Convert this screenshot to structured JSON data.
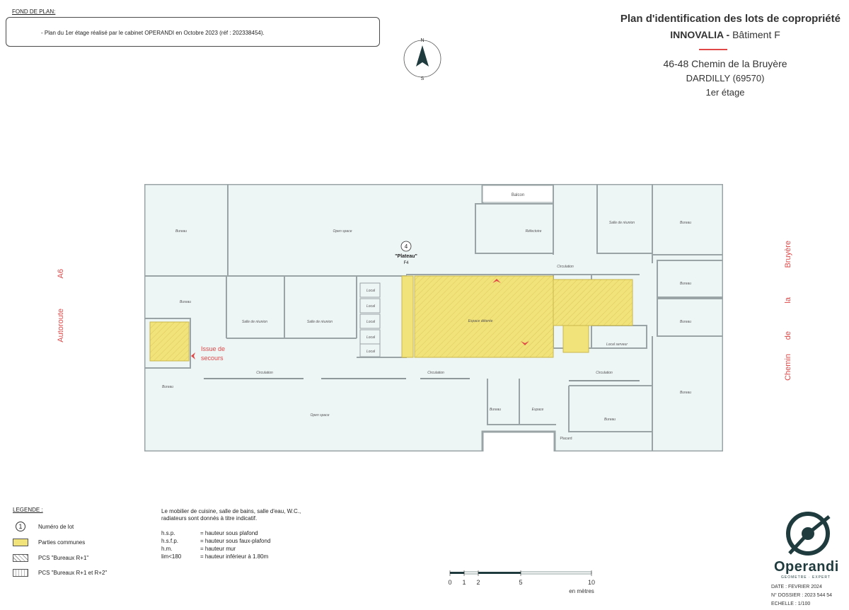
{
  "fond_de_plan": {
    "title": "FOND DE PLAN:",
    "text": "- Plan du 1er étage réalisé par le cabinet OPERANDI en Octobre 2023 (réf : 202338454)."
  },
  "header": {
    "title": "Plan d'identification des lots de copropriété",
    "subtitle_bold": "INNOVALIA -",
    "subtitle_rest": " Bâtiment F",
    "address": "46-48 Chemin de la Bruyère",
    "city": "DARDILLY (69570)",
    "floor": "1er étage"
  },
  "compass": {
    "north": "N",
    "south": "S"
  },
  "plan": {
    "lot_number": "4",
    "lot_name": "\"Plateau\"",
    "lot_code": "F4",
    "exit_label_1": "Issue de",
    "exit_label_2": "secours",
    "left_road_1": "A6",
    "left_road_2": "Autoroute",
    "right_road_1": "Bruyère",
    "right_road_2": "la",
    "right_road_3": "de",
    "right_road_4": "Chemin",
    "balcon": "Balcon",
    "placard": "Placard",
    "rooms": {
      "bureau": "Bureau",
      "open_space": "Open space",
      "refectoire": "Réfectoire",
      "salle_reunion": "Salle de réunion",
      "circulation": "Circulation",
      "local": "Local",
      "espace_detente": "Espace détente",
      "local_serveur": "Local serveur",
      "espace": "Espace"
    }
  },
  "legend": {
    "title": "LEGENDE :",
    "items": [
      {
        "symbol": "1",
        "label": "Numéro de lot"
      },
      {
        "label": "Parties communes"
      },
      {
        "label": "PCS \"Bureaux R+1\""
      },
      {
        "label": "PCS \"Bureaux R+1 et R+2\""
      }
    ]
  },
  "notes": {
    "line1": "Le mobilier de cuisine, salle de bains, salle d'eau, W.C.,",
    "line2": "radiateurs sont donnés à titre indicatif.",
    "abbreviations": [
      {
        "key": "h.s.p.",
        "value": "= hauteur sous plafond"
      },
      {
        "key": "h.s.f.p.",
        "value": "= hauteur sous faux-plafond"
      },
      {
        "key": "h.m.",
        "value": "= hauteur mur"
      },
      {
        "key": "lim<180",
        "value": "= hauteur inférieur à 1.80m"
      }
    ]
  },
  "scale": {
    "ticks": [
      "0",
      "1",
      "2",
      "5",
      "10"
    ],
    "unit": "en mètres"
  },
  "logo": {
    "name": "Operandi",
    "tagline": "GEOMETRE · EXPERT"
  },
  "meta": {
    "date": "DATE : FEVRIER 2024",
    "dossier": "N° DOSSIER : 2023 544 54",
    "echelle": "ECHELLE : 1/100"
  },
  "colors": {
    "accent_red": "#e04848",
    "common_yellow": "#f2e27a",
    "wall": "#9aa4a6",
    "room_fill": "#eef5f5"
  }
}
